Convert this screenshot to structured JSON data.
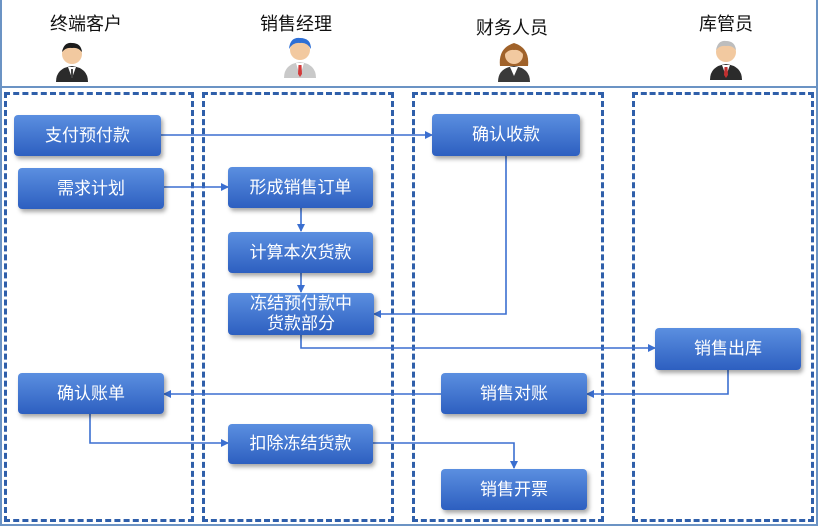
{
  "roles": {
    "customer": "终端客户",
    "sales_manager": "销售经理",
    "finance": "财务人员",
    "warehouse": "库管员"
  },
  "steps": {
    "pay_advance": "支付预付款",
    "demand_plan": "需求计划",
    "confirm_receipt": "确认收款",
    "create_order": "形成销售订单",
    "calc_payment": "计算本次货款",
    "freeze_line1": "冻结预付款中",
    "freeze_line2": "货款部分",
    "sales_outbound": "销售出库",
    "confirm_bill": "确认账单",
    "sales_reconcile": "销售对账",
    "deduct_frozen": "扣除冻结货款",
    "sales_invoice": "销售开票"
  },
  "colors": {
    "lane_border": "#2f5faa",
    "box_top": "#5b8fe0",
    "box_bottom": "#2d5fc0",
    "arrow": "#3b6fd0"
  },
  "icons": {
    "customer": "businessman-avatar-icon",
    "sales_manager": "manager-avatar-icon",
    "finance": "businesswoman-avatar-icon",
    "warehouse": "senior-staff-avatar-icon"
  }
}
